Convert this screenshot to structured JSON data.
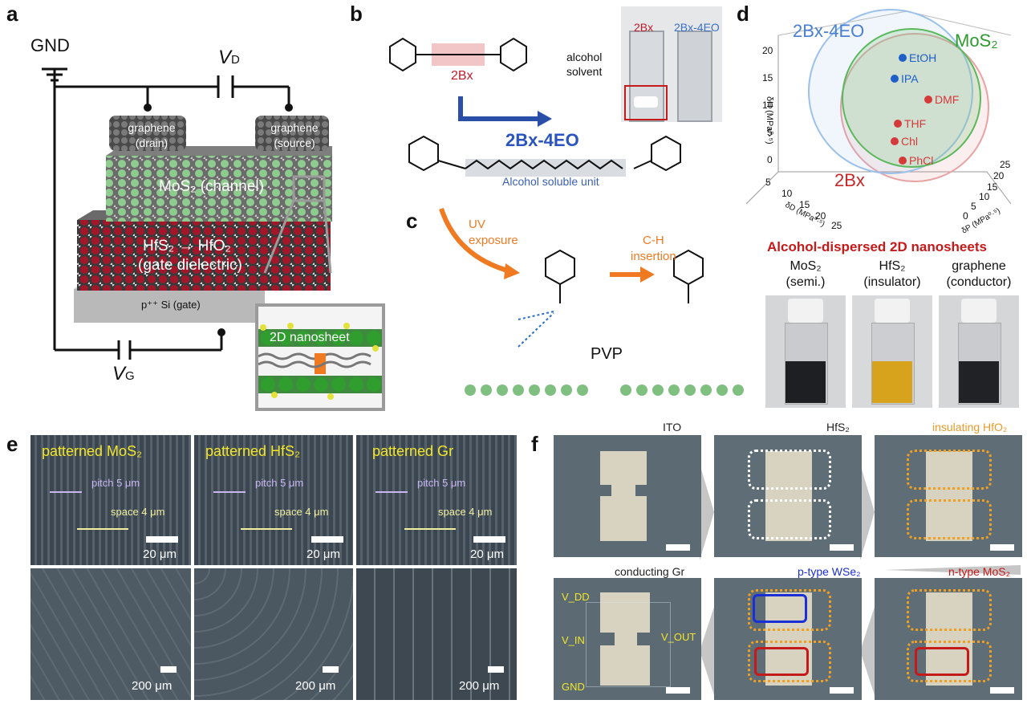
{
  "panels": {
    "a": {
      "label": "a",
      "gnd": "GND",
      "vd_main": "V",
      "vd_sub": "D",
      "vg_main": "V",
      "vg_sub": "G",
      "graphene_drain": [
        "graphene",
        "(drain)"
      ],
      "graphene_source": [
        "graphene",
        "(source)"
      ],
      "channel": "MoS₂ (channel)",
      "dielectric_1": "HfS₂ → HfO₂",
      "dielectric_2": "(gate dielectric)",
      "substrate": "p⁺⁺ Si (gate)",
      "inset_title": "2D nanosheet"
    },
    "b": {
      "label": "b",
      "mol_2bx": "2Bx",
      "mol_2bx4eo": "2Bx-4EO",
      "vial_left": "2Bx",
      "vial_right": "2Bx-4EO",
      "solvent": [
        "alcohol",
        "solvent"
      ],
      "unit": "Alcohol soluble unit"
    },
    "c": {
      "label": "c",
      "uv": [
        "UV",
        "exposure"
      ],
      "ch": [
        "C-H",
        "insertion"
      ],
      "pvp": "PVP"
    },
    "d": {
      "label": "d",
      "sphere_2bx4eo": "2Bx-4EO",
      "sphere_mos2": "MoS₂",
      "sphere_2bx": "2Bx",
      "solvents": [
        {
          "name": "EtOH",
          "color": "#1f5fc8"
        },
        {
          "name": "IPA",
          "color": "#1f5fc8"
        },
        {
          "name": "DMF",
          "color": "#d43a3a"
        },
        {
          "name": "THF",
          "color": "#d43a3a"
        },
        {
          "name": "Chl",
          "color": "#d43a3a"
        },
        {
          "name": "PhCl",
          "color": "#d43a3a"
        }
      ],
      "zticks": [
        "20",
        "15",
        "10",
        "5",
        "0"
      ],
      "zaxis": "δH (MPa⁰·⁵)",
      "xaxis": "δD (MPa⁰·⁵)",
      "yaxis": "δP (MPa⁰·⁵)",
      "xticks": [
        "5",
        "10",
        "15",
        "20",
        "25"
      ],
      "yticks": [
        "0",
        "5",
        "10",
        "15",
        "20",
        "25"
      ],
      "nanosheet_title": "Alcohol-dispersed 2D nanosheets",
      "vials": [
        {
          "name": "MoS₂",
          "type": "(semi.)",
          "liquid": "#1d1f22"
        },
        {
          "name": "HfS₂",
          "type": "(insulator)",
          "liquid": "#d8a31c"
        },
        {
          "name": "graphene",
          "type": "(conductor)",
          "liquid": "#202226"
        }
      ]
    },
    "e": {
      "label": "e",
      "top": [
        {
          "title": "patterned MoS₂",
          "pitch": "pitch 5 μm",
          "space": "space 4 μm",
          "scale": "20 μm"
        },
        {
          "title": "patterned HfS₂",
          "pitch": "pitch 5 μm",
          "space": "space 4 μm",
          "scale": "20 μm"
        },
        {
          "title": "patterned Gr",
          "pitch": "pitch 5 μm",
          "space": "space 4 μm",
          "scale": "20 μm"
        }
      ],
      "bottom_scales": [
        "200 μm",
        "200 μm",
        "200 μm"
      ]
    },
    "f": {
      "label": "f",
      "steps": [
        {
          "title": "ITO",
          "color": "#222222"
        },
        {
          "title": "HfS₂",
          "color": "#222222"
        },
        {
          "title": "insulating HfO₂",
          "color": "#e89a2a"
        },
        {
          "title": "conducting Gr",
          "color": "#222222"
        },
        {
          "title": "p-type WSe₂",
          "color": "#1a2fd6"
        },
        {
          "title": "n-type MoS₂",
          "color": "#c41a1a"
        }
      ],
      "vdd": "V_DD",
      "vin": "V_IN",
      "vout": "V_OUT",
      "gnd": "GND"
    }
  }
}
